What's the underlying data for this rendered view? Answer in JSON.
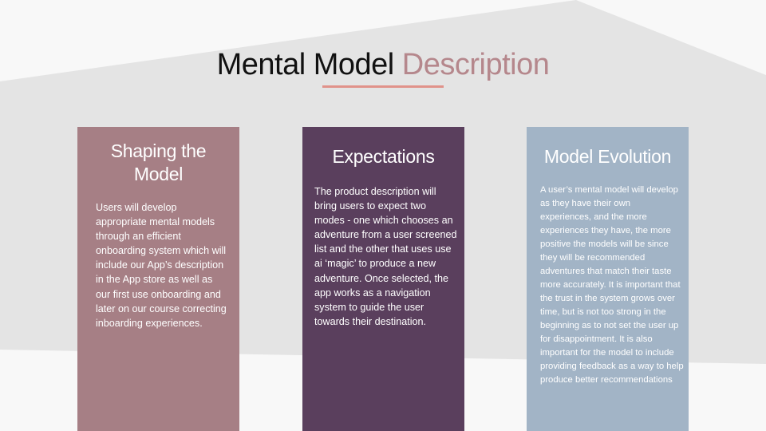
{
  "slide": {
    "title_part1": "Mental Model",
    "title_part2": "Description",
    "colors": {
      "title_dark": "#111111",
      "title_accent": "#b5878c",
      "underline": "#e0928a",
      "background": "#f8f8f8",
      "background_shape": "#e4e4e4"
    }
  },
  "cards": [
    {
      "title": "Shaping the Model",
      "body": "Users will develop appropriate mental models through an efficient onboarding system  which will include our App’s description in the App store as well as our first use onboarding and later on our course correcting inboarding experiences.",
      "color": "#a67f85"
    },
    {
      "title": "Expectations",
      "body": "The product description will bring users to expect two modes - one which chooses an adventure from a user screened list and the other that uses use ai ‘magic’ to produce a new adventure. Once selected, the app works as a navigation system to guide the user towards their destination.",
      "color": "#5a3f5d"
    },
    {
      "title": "Model Evolution",
      "body": "A user’s mental model will develop as they have their own experiences, and the more experiences they have, the more positive the models will be since they will be recommended adventures that match their taste more accurately. It is important that the trust in the system grows over time, but is not too strong in the beginning as to not set the user up for disappointment. It is also important for the model to include providing feedback as a way to help  produce better recommendations",
      "color": "#a2b4c6"
    }
  ]
}
